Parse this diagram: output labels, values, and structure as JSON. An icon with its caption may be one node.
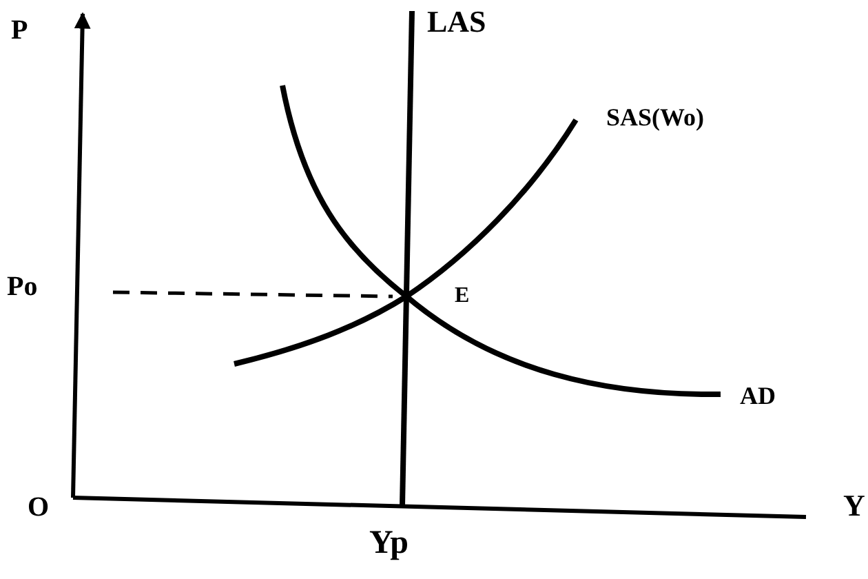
{
  "diagram": {
    "labels": [
      "P",
      "LAS",
      "SAS(Wo)",
      "Po",
      "E",
      "AD",
      "O",
      "Y",
      "Yp"
    ]
  }
}
